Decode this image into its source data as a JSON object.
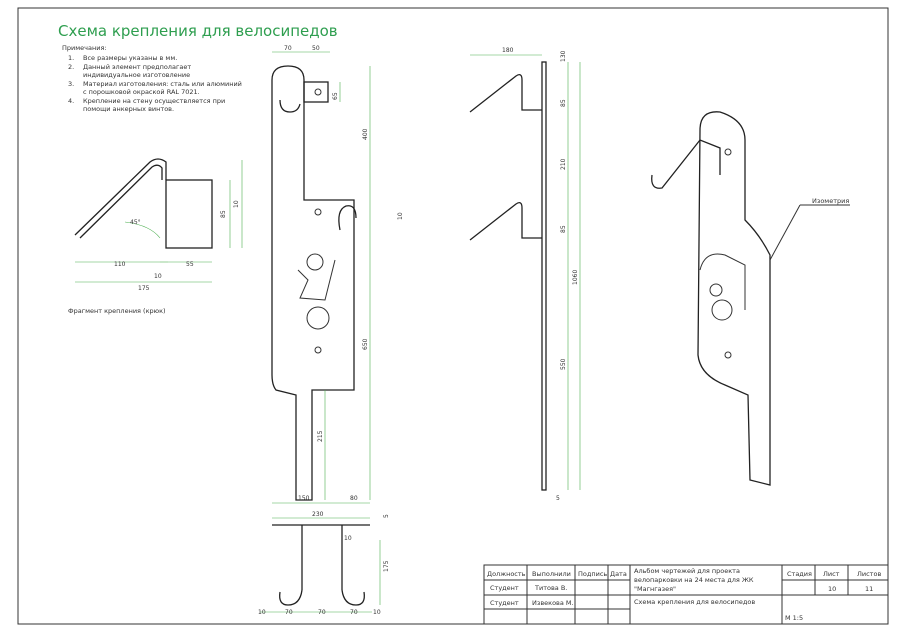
{
  "title": "Схема крепления для велосипедов",
  "notes": {
    "heading": "Примечания:",
    "items": [
      {
        "n": "1.",
        "lines": [
          "Все размеры указаны в мм."
        ]
      },
      {
        "n": "2.",
        "lines": [
          "Данный элемент предполагает",
          "индивидуальное изготовление"
        ]
      },
      {
        "n": "3.",
        "lines": [
          "Материал изготовления: сталь или алюминий",
          "с порошковой окраской RAL 7021."
        ]
      },
      {
        "n": "4.",
        "lines": [
          "Крепление на стену осуществляется при",
          "помощи анкерных винтов."
        ]
      }
    ]
  },
  "fragment": {
    "label": "Фрагмент крепления (крюк)",
    "dims": {
      "angle": "45°",
      "h85": "85",
      "h10": "10",
      "w110": "110",
      "w10": "10",
      "w55": "55",
      "w175": "175"
    }
  },
  "front_view": {
    "dims": {
      "w70": "70",
      "w50": "50",
      "h65": "65",
      "h400": "400",
      "h10": "10",
      "h650": "650",
      "h215": "215",
      "w150": "150",
      "w80": "80"
    }
  },
  "side_view": {
    "dims": {
      "w180": "180",
      "h130": "130",
      "h85a": "85",
      "h210": "210",
      "h85b": "85",
      "h1060": "1060",
      "h550": "550",
      "w5": "5"
    }
  },
  "bottom_view": {
    "dims": {
      "w230": "230",
      "h5": "5",
      "h10": "10",
      "h175": "175",
      "b10a": "10",
      "b70a": "70",
      "b70b": "70",
      "b70c": "70",
      "b10b": "10"
    }
  },
  "isometric": {
    "label": "Изометрия"
  },
  "title_block": {
    "headers": [
      "Должность",
      "Выполнили",
      "Подпись",
      "Дата"
    ],
    "rows": [
      [
        "Студент",
        "Титова В."
      ],
      [
        "Студент",
        "Извекова М."
      ]
    ],
    "project": [
      "Альбом чертежей для проекта",
      "велопарковки на 24 места для ЖК",
      "\"Магнгазея\""
    ],
    "sheet_title": "Схема крепления для велосипедов",
    "stage_label": "Стадия",
    "sheet_label": "Лист",
    "sheets_label": "Листов",
    "sheet": "10",
    "sheets": "11",
    "scale": "М 1:5"
  }
}
